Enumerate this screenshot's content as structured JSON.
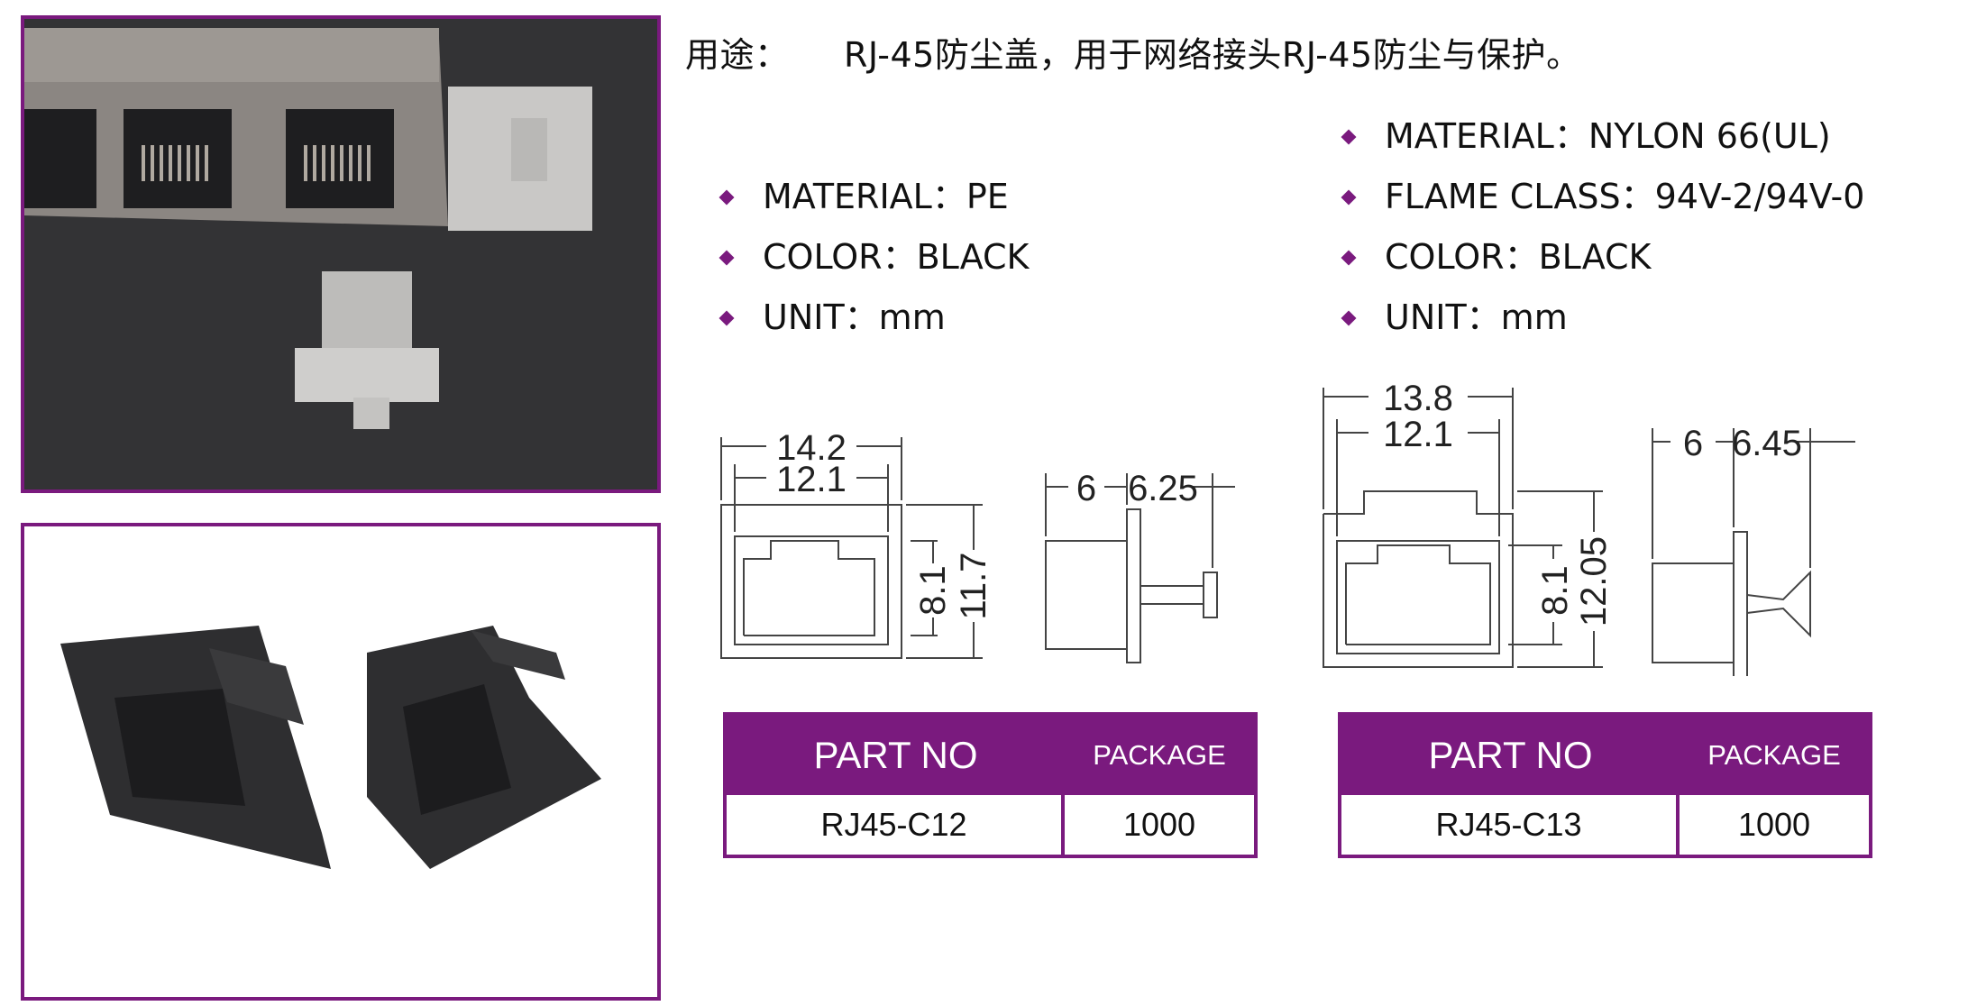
{
  "usage": {
    "label": "用途：",
    "text": "RJ-45防尘盖，用于网络接头RJ-45防尘与保护。"
  },
  "left_product": {
    "specs": [
      {
        "key": "MATERIAL：",
        "value": "PE"
      },
      {
        "key": "COLOR：",
        "value": "BLACK"
      },
      {
        "key": "UNIT：",
        "value": "mm"
      }
    ],
    "dimensions": {
      "overall_width": "14.2",
      "inner_width": "12.1",
      "inner_height": "8.1",
      "overall_height": "11.7",
      "depth_a": "6",
      "depth_b": "6.25"
    },
    "table": {
      "header_part": "PART NO",
      "header_package": "PACKAGE",
      "part_no": "RJ45-C12",
      "package": "1000"
    }
  },
  "right_product": {
    "specs": [
      {
        "key": "MATERIAL：",
        "value": "NYLON 66(UL)"
      },
      {
        "key": "FLAME CLASS：",
        "value": "94V-2/94V-0"
      },
      {
        "key": "COLOR：",
        "value": "BLACK"
      },
      {
        "key": "UNIT：",
        "value": "mm"
      }
    ],
    "dimensions": {
      "overall_width": "13.8",
      "inner_width": "12.1",
      "inner_height": "8.1",
      "overall_height": "12.05",
      "depth_a": "6",
      "depth_b": "6.45"
    },
    "table": {
      "header_part": "PART NO",
      "header_package": "PACKAGE",
      "part_no": "RJ45-C13",
      "package": "1000"
    }
  },
  "colors": {
    "accent": "#7a1a7e",
    "photo_bg": "#2d2d2f"
  }
}
